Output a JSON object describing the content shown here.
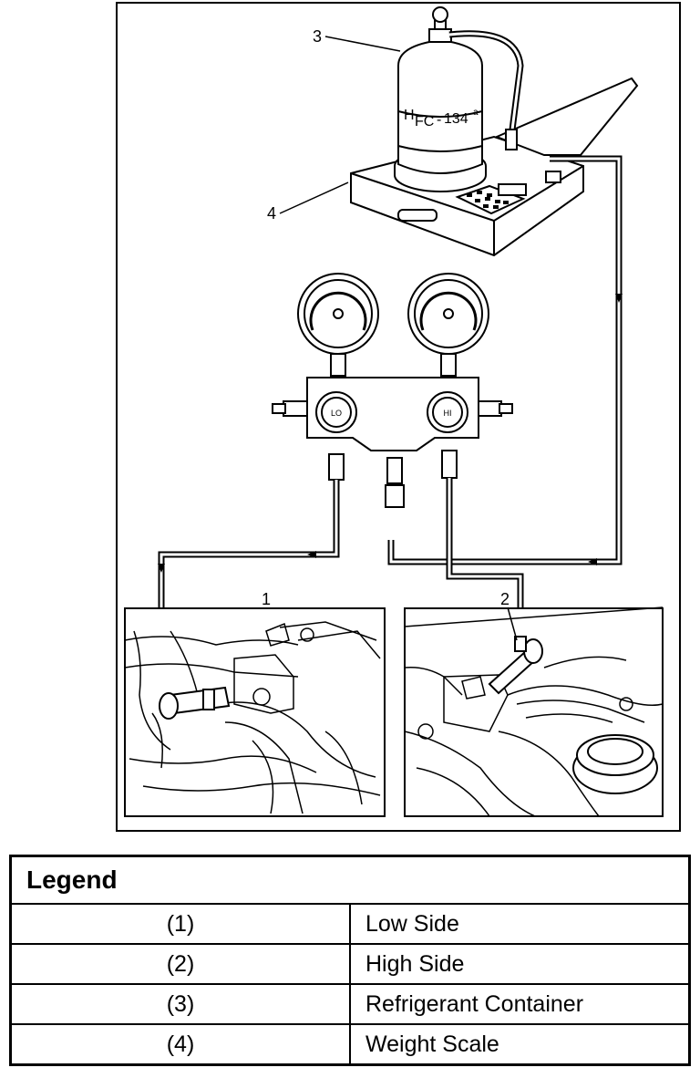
{
  "figure": {
    "callouts": [
      "1",
      "2",
      "3",
      "4"
    ],
    "cylinder_text": {
      "h": "H",
      "fc": "FC",
      "dash": "-",
      "num": "134",
      "sup": "a"
    },
    "gauge_left_text": "LO",
    "gauge_right_text": "HI"
  },
  "legend": {
    "title": "Legend",
    "rows": [
      {
        "num": "(1)",
        "desc": "Low Side"
      },
      {
        "num": "(2)",
        "desc": "High Side"
      },
      {
        "num": "(3)",
        "desc": "Refrigerant Container"
      },
      {
        "num": "(4)",
        "desc": "Weight Scale"
      }
    ]
  }
}
